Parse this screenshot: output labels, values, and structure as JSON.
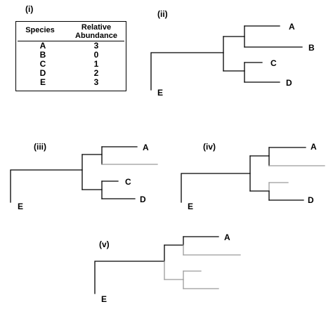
{
  "panels": {
    "i": "(i)",
    "ii": "(ii)",
    "iii": "(iii)",
    "iv": "(iv)",
    "v": "(v)"
  },
  "table": {
    "headers": {
      "species": "Species",
      "abundance_line1": "Relative",
      "abundance_line2": "Abundance"
    },
    "rows": [
      {
        "species": "A",
        "abundance": "3"
      },
      {
        "species": "B",
        "abundance": "0"
      },
      {
        "species": "C",
        "abundance": "1"
      },
      {
        "species": "D",
        "abundance": "2"
      },
      {
        "species": "E",
        "abundance": "3"
      }
    ]
  },
  "trees": {
    "ii": {
      "tips": {
        "A": "A",
        "B": "B",
        "C": "C",
        "D": "D",
        "E": "E"
      }
    },
    "iii": {
      "tips": {
        "A": "A",
        "C": "C",
        "D": "D",
        "E": "E"
      }
    },
    "iv": {
      "tips": {
        "A": "A",
        "D": "D",
        "E": "E"
      }
    },
    "v": {
      "tips": {
        "A": "A",
        "E": "E"
      }
    }
  },
  "colors": {
    "line": "#000000",
    "faded": "#9a9a9a"
  }
}
